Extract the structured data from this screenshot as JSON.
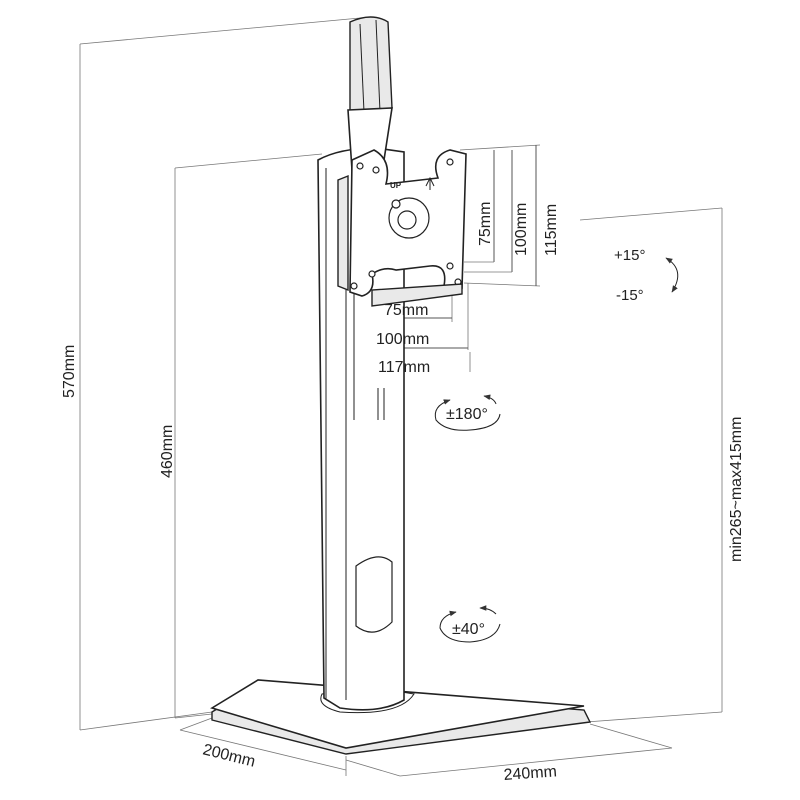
{
  "dimensions": {
    "total_height": "570mm",
    "pole_height": "460mm",
    "screen_height_range": "min265~max415mm",
    "base_depth": "200mm",
    "base_width": "240mm",
    "vesa_v_75": "75mm",
    "vesa_v_100": "100mm",
    "plate_height": "115mm",
    "vesa_h_75": "75mm",
    "vesa_h_100": "100mm",
    "plate_width": "117mm"
  },
  "rotations": {
    "tilt_up": "+15°",
    "tilt_down": "-15°",
    "rotate": "±180°",
    "swivel": "±40°"
  },
  "plate_marking": "UP"
}
